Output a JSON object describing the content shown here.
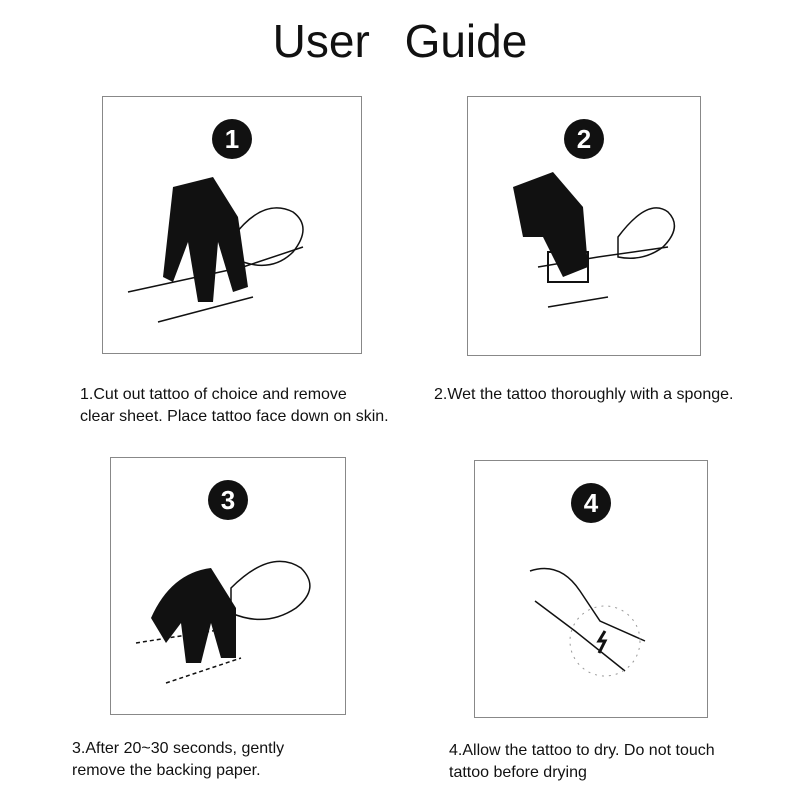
{
  "title": "User Guide",
  "steps": [
    {
      "number": "1",
      "caption_line1": "1.Cut out tattoo of choice and remove",
      "caption_line2": "clear sheet. Place tattoo face down on skin."
    },
    {
      "number": "2",
      "caption_line1": "2.Wet the tattoo thoroughly with a sponge.",
      "caption_line2": ""
    },
    {
      "number": "3",
      "caption_line1": "3.After 20~30 seconds, gently",
      "caption_line2": "remove the backing paper."
    },
    {
      "number": "4",
      "caption_line1": "4.Allow the tattoo to dry.  Do not touch",
      "caption_line2": "tattoo before drying"
    }
  ]
}
